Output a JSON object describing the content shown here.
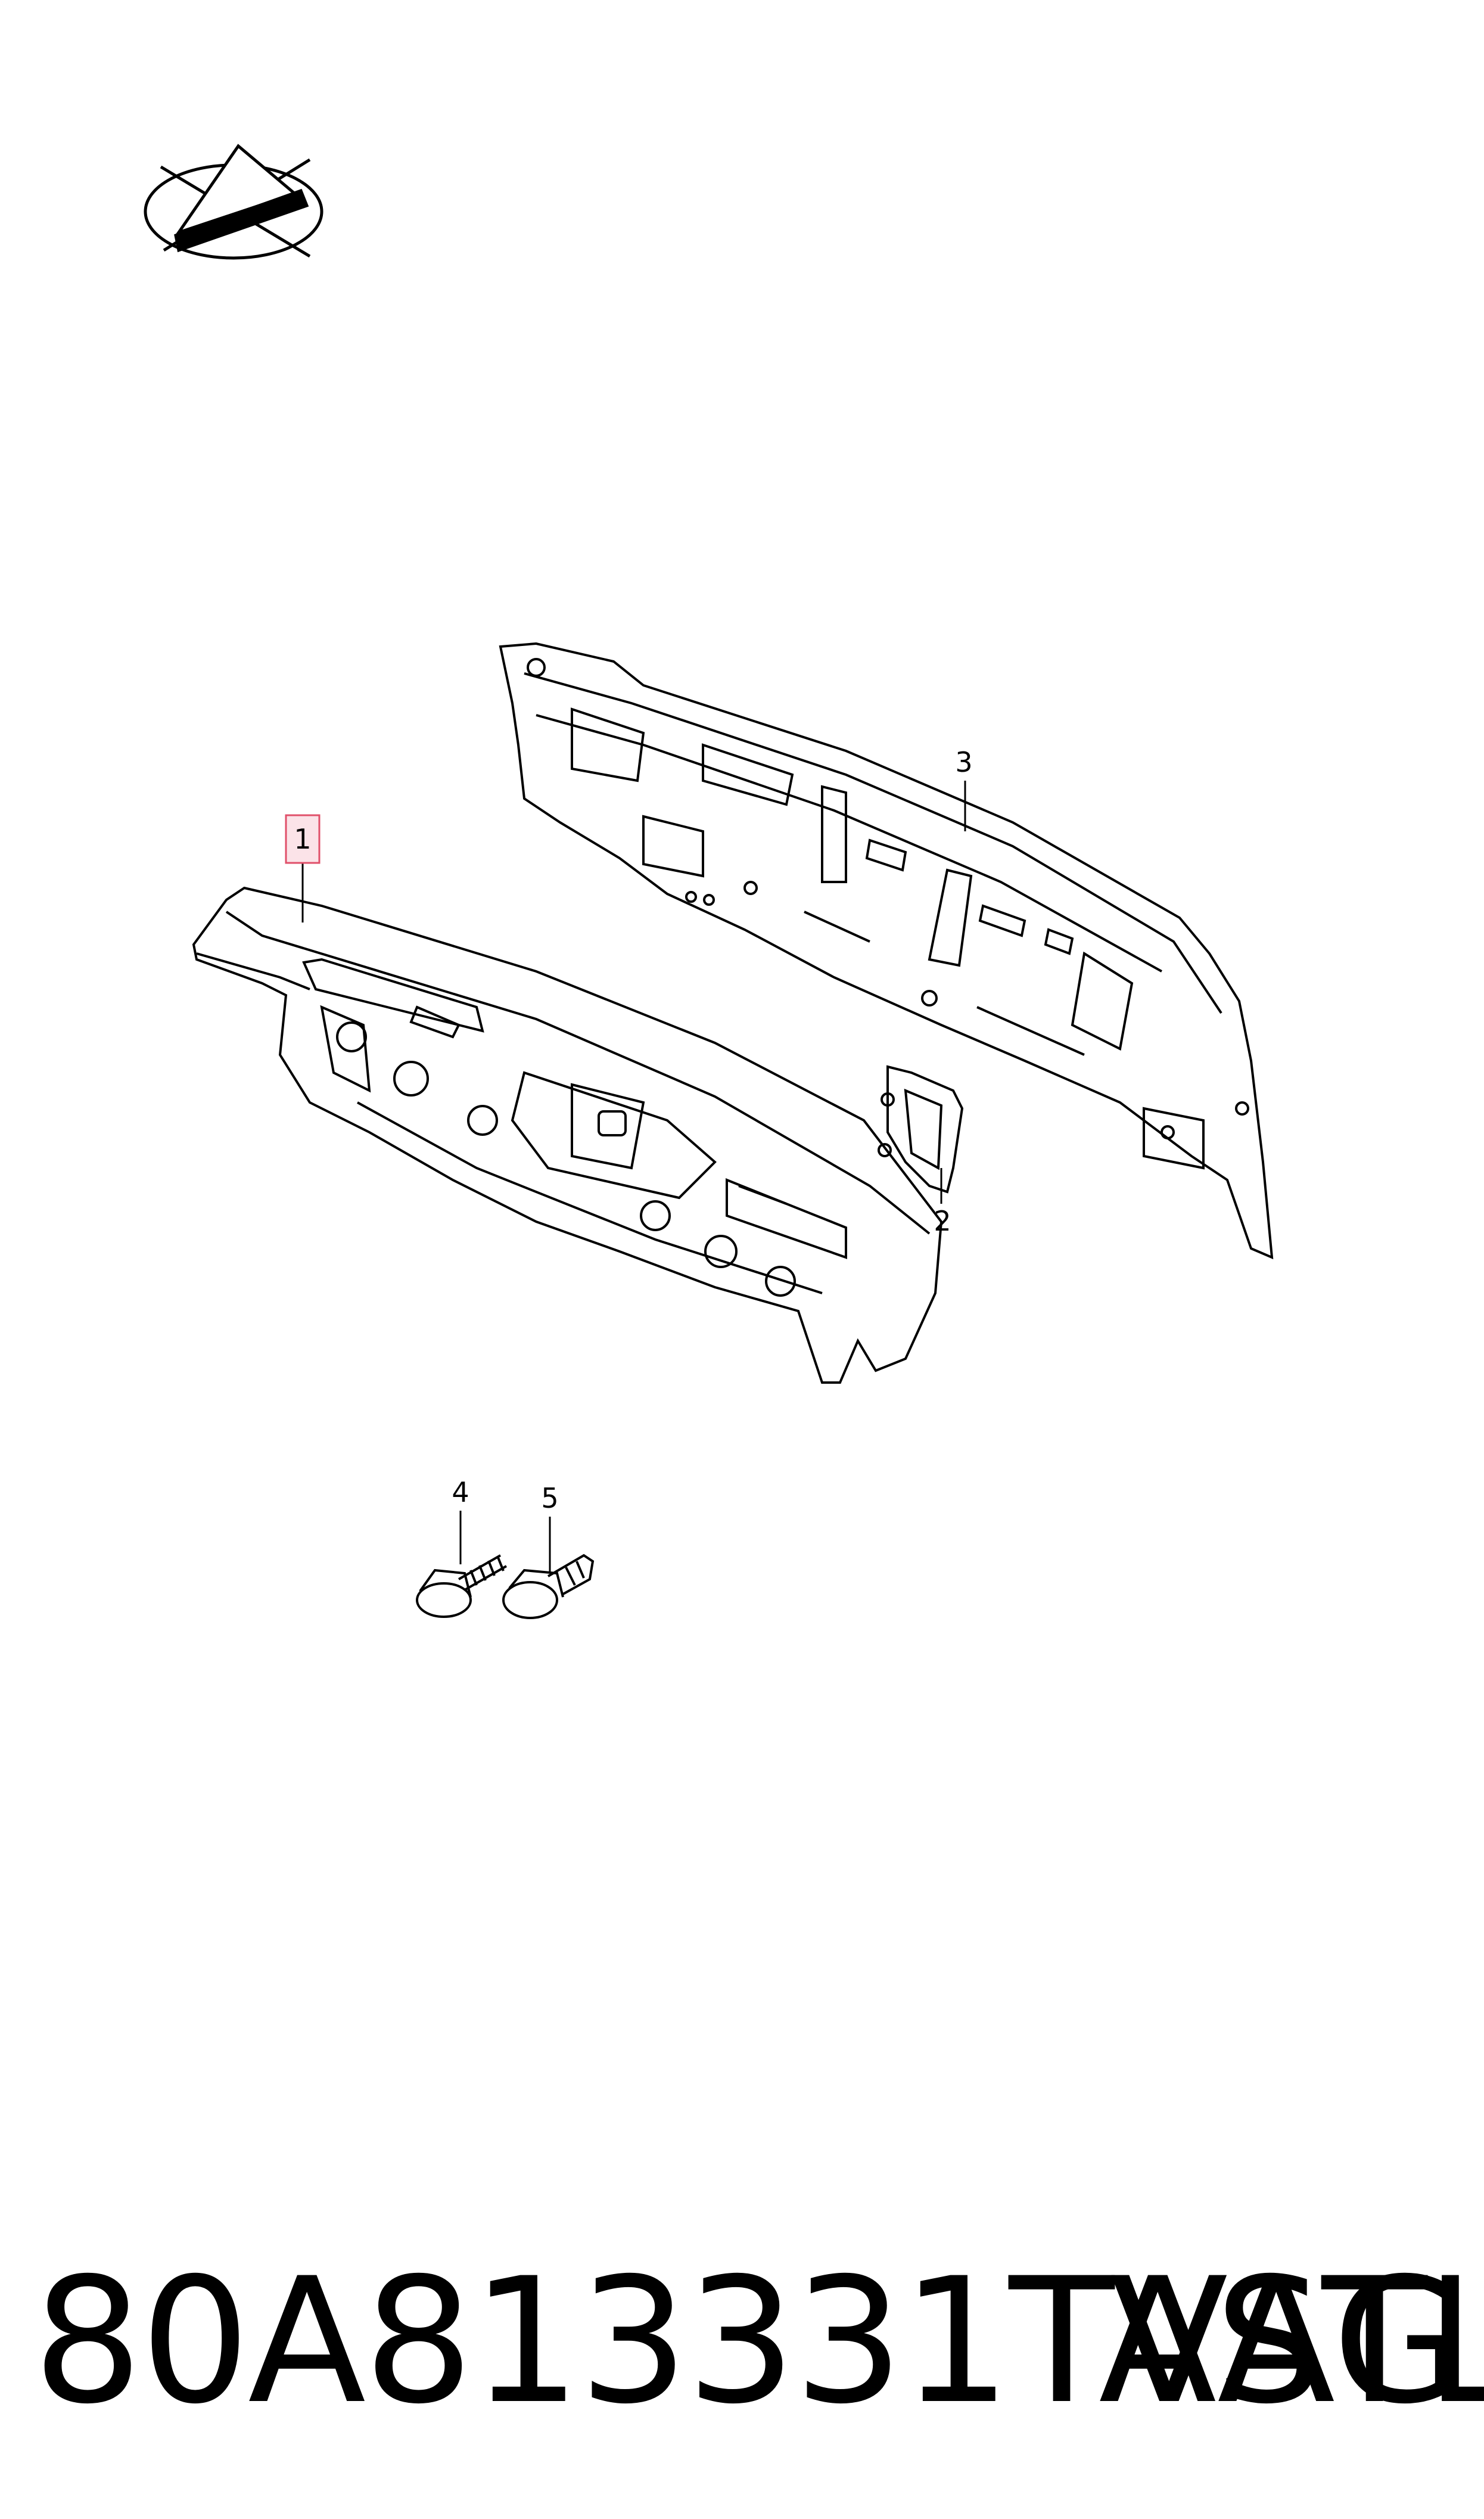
{
  "diagram": {
    "callouts": [
      {
        "id": "1",
        "label": "1",
        "highlighted": true
      },
      {
        "id": "2",
        "label": "2",
        "highlighted": false
      },
      {
        "id": "3",
        "label": "3",
        "highlighted": false
      },
      {
        "id": "4",
        "label": "4",
        "highlighted": false
      },
      {
        "id": "5",
        "label": "5",
        "highlighted": false
      }
    ],
    "highlight_color": "#e0506a",
    "highlight_fill": "#fbe3e8",
    "line_color": "#000000",
    "logo_icon": "triangle-ellipse-logo-icon"
  },
  "footer": {
    "part_number": "80A813331TASTL",
    "brand": "VAG"
  }
}
